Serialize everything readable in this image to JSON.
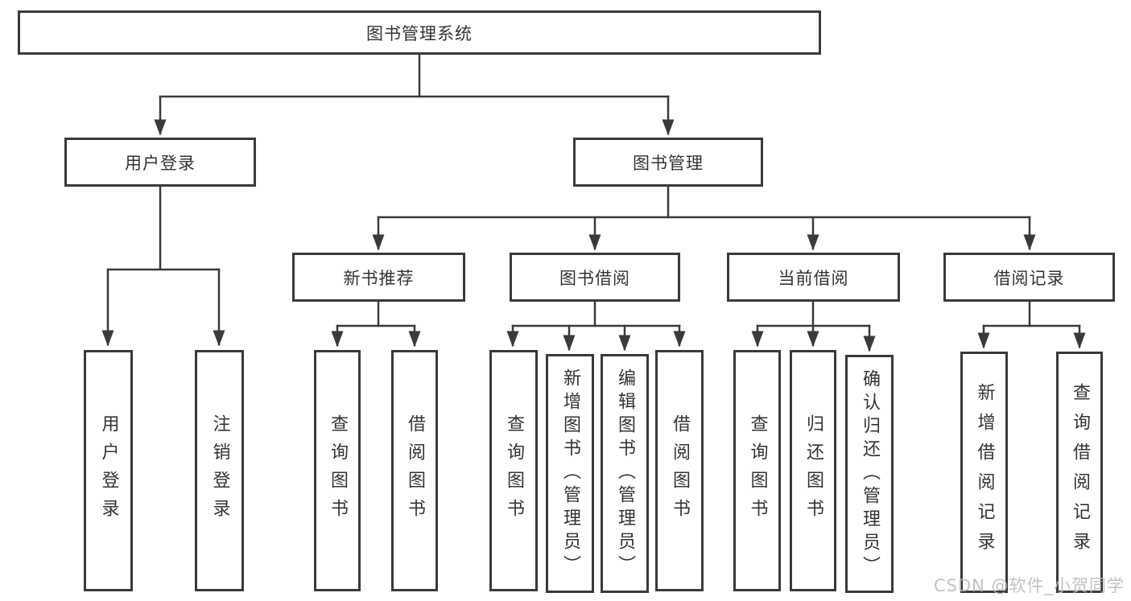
{
  "diagram": {
    "root": "图书管理系统",
    "branches": {
      "user_login": {
        "label": "用户登录",
        "leaves": [
          "用户登录",
          "注销登录"
        ]
      },
      "book_mgmt": {
        "label": "图书管理",
        "sub": {
          "new_books": {
            "label": "新书推荐",
            "leaves": [
              "查询图书",
              "借阅图书"
            ]
          },
          "borrow": {
            "label": "图书借阅",
            "leaves": [
              "查询图书",
              "新增图书（管理员）",
              "编辑图书（管理员）",
              "借阅图书"
            ]
          },
          "current": {
            "label": "当前借阅",
            "leaves": [
              "查询图书",
              "归还图书",
              "确认归还（管理员）"
            ]
          },
          "records": {
            "label": "借阅记录",
            "leaves": [
              "新增借阅记录",
              "查询借阅记录"
            ]
          }
        }
      }
    }
  },
  "watermark": {
    "text": "CSDN @软件_小贺同学"
  },
  "colors": {
    "line": "#3a3a3a",
    "box_border": "#3a3a3a",
    "box_background": "#ffffff",
    "text": "#333333",
    "watermark": "#b9b9b9"
  }
}
